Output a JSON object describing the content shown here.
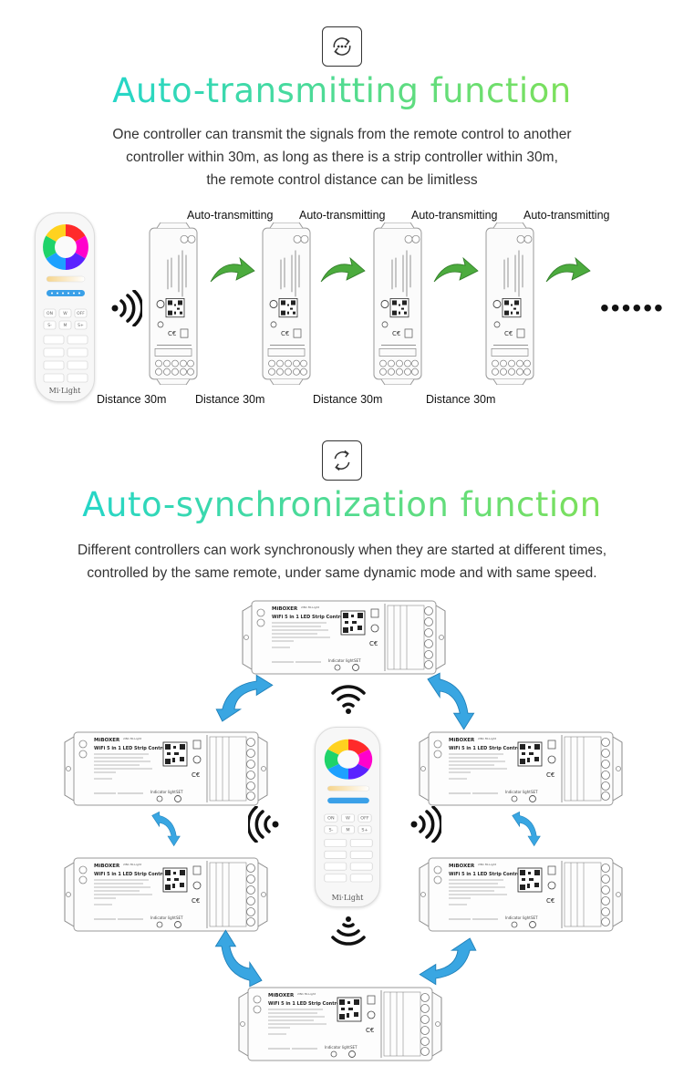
{
  "colors": {
    "title_gradient_start": "#25d6c8",
    "title_gradient_end": "#7ee05a",
    "arrow_green": "#4cab3e",
    "arrow_blue": "#39a6e2",
    "text": "#333333"
  },
  "section1": {
    "icon": "auto-transmit-icon",
    "title": "Auto-transmitting function",
    "description_lines": [
      "One controller can transmit the signals from the remote control to another",
      "controller within 30m, as long as there is a strip controller within 30m,",
      "the remote control distance can be limitless"
    ],
    "transmit_labels": [
      "Auto-transmitting",
      "Auto-transmitting",
      "Auto-transmitting",
      "Auto-transmitting"
    ],
    "distance_labels": [
      "Distance 30m",
      "Distance 30m",
      "Distance 30m",
      "Distance 30m"
    ],
    "continuation": "••••••"
  },
  "section2": {
    "icon": "sync-icon",
    "title": "Auto-synchronization function",
    "description_lines": [
      "Different controllers can work synchronously when they are started at different times,",
      "controlled by the same remote, under same dynamic mode and with same speed."
    ]
  },
  "remote": {
    "brand": "Mi·Light",
    "buttons": [
      "ON",
      "W",
      "OFF",
      "S-",
      "M",
      "S+"
    ]
  },
  "controller": {
    "brand": "MiBOXER",
    "model": "WiFi 5 in 1 LED Strip Controller",
    "indicator_label": "Indicator light",
    "set_label": "SET"
  }
}
